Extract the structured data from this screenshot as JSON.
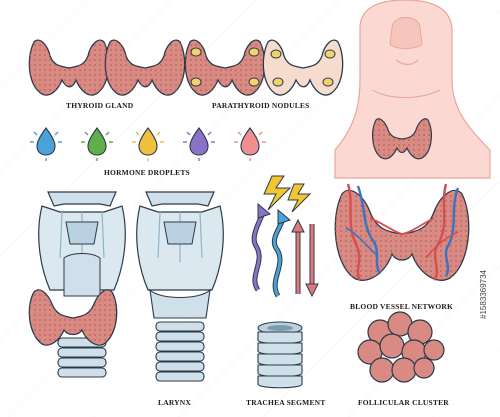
{
  "labels": {
    "thyroid_gland": "THYROID GLAND",
    "parathyroid_nodules": "PARATHYROID NODULES",
    "hormone_droplets": "HORMONE DROPLETS",
    "blood_vessel_network": "BLOOD VESSEL NETWORK",
    "larynx": "LARYNX",
    "trachea_segment": "TRACHEA SEGMENT",
    "follicular_cluster": "FOLLICULAR CLUSTER"
  },
  "stock_id": "#1583369734",
  "colors": {
    "gland": "#d98a82",
    "gland_dark": "#b85f5a",
    "nodule": "#f2d36b",
    "cartilage": "#cfe0ea",
    "cartilage_dark": "#8fb3c8",
    "skin": "#fbd9d2",
    "vessel_red": "#d64f4f",
    "vessel_blue": "#3b73c4",
    "outline": "#2b3a4a"
  },
  "droplets": [
    {
      "color": "#4aa3d8",
      "name": "blue-droplet"
    },
    {
      "color": "#5fae4a",
      "name": "green-droplet"
    },
    {
      "color": "#f0c040",
      "name": "yellow-droplet"
    },
    {
      "color": "#8c72c7",
      "name": "purple-droplet"
    },
    {
      "color": "#f08f8f",
      "name": "pink-droplet"
    }
  ]
}
